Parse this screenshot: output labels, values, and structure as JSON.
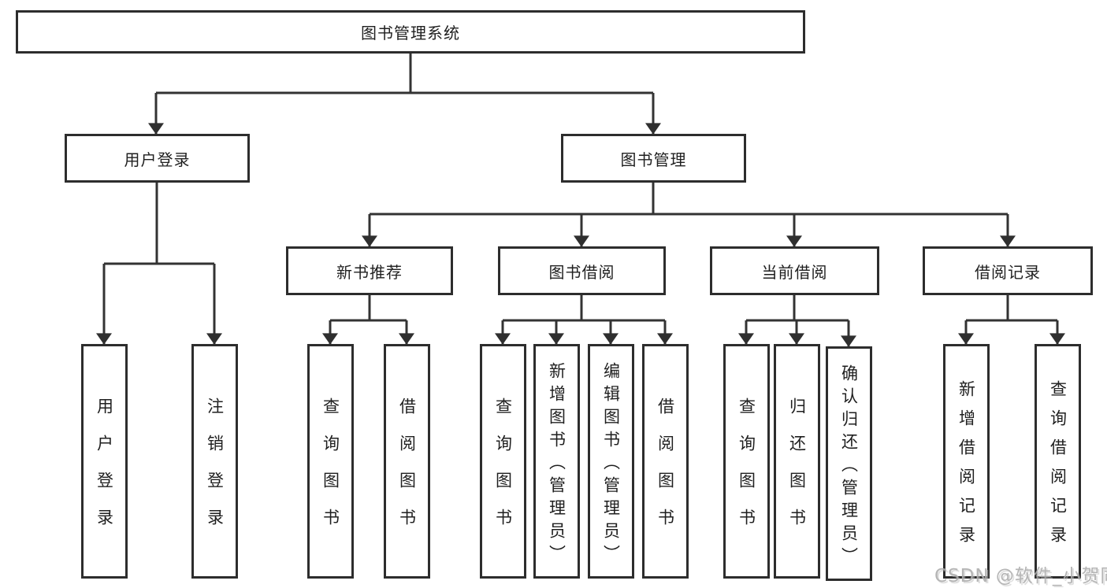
{
  "diagram": {
    "root": "图书管理系统",
    "branches": [
      {
        "label": "用户登录",
        "leaves": [
          "用户登录",
          "注销登录"
        ]
      },
      {
        "label": "图书管理",
        "groups": [
          {
            "label": "新书推荐",
            "leaves": [
              "查询图书",
              "借阅图书"
            ]
          },
          {
            "label": "图书借阅",
            "leaves": [
              "查询图书",
              "新增图书（管理员）",
              "编辑图书（管理员）",
              "借阅图书"
            ]
          },
          {
            "label": "当前借阅",
            "leaves": [
              "查询图书",
              "归还图书",
              "确认归还（管理员）"
            ]
          },
          {
            "label": "借阅记录",
            "leaves": [
              "新增借阅记录",
              "查询借阅记录"
            ]
          }
        ]
      }
    ]
  },
  "watermark": "CSDN @软件_小贺同学",
  "colors": {
    "background": "#ffffff",
    "line": "#333333",
    "box_border": "#2d2d2d",
    "text": "#1f1f1f",
    "watermark": "#aeaeae"
  }
}
